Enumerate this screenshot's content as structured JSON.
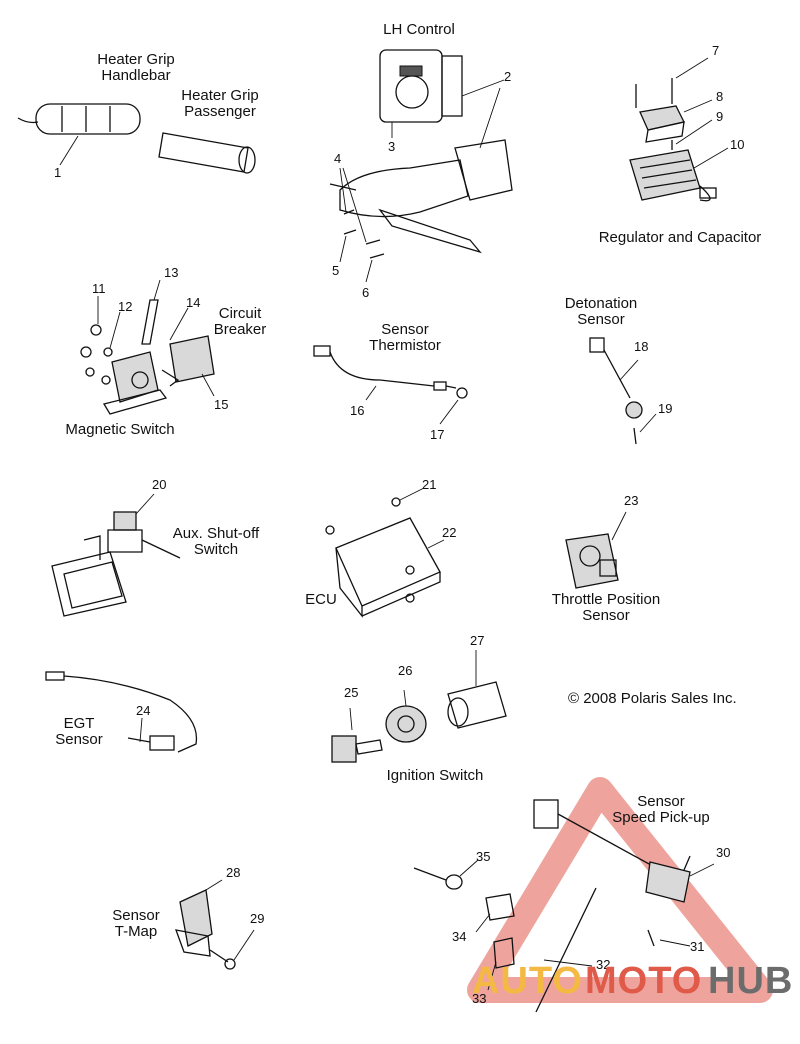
{
  "labels": {
    "heater_grip_handlebar": "Heater Grip\nHandlebar",
    "heater_grip_passenger": "Heater Grip\nPassenger",
    "lh_control": "LH Control",
    "regulator_capacitor": "Regulator and Capacitor",
    "circuit_breaker": "Circuit\nBreaker",
    "magnetic_switch": "Magnetic Switch",
    "sensor_thermistor": "Sensor\nThermistor",
    "detonation_sensor": "Detonation\nSensor",
    "aux_shutoff": "Aux. Shut-off\nSwitch",
    "ecu": "ECU",
    "throttle_position": "Throttle Position\nSensor",
    "egt_sensor": "EGT\nSensor",
    "ignition_switch": "Ignition Switch",
    "speed_pickup": "Sensor\nSpeed Pick-up",
    "sensor_tmap": "Sensor\nT-Map"
  },
  "copyright": "© 2008 Polaris Sales Inc.",
  "part_numbers": [
    "1",
    "2",
    "3",
    "4",
    "5",
    "6",
    "7",
    "8",
    "9",
    "10",
    "11",
    "12",
    "13",
    "14",
    "15",
    "16",
    "17",
    "18",
    "19",
    "20",
    "21",
    "22",
    "23",
    "24",
    "25",
    "26",
    "27",
    "28",
    "29",
    "30",
    "31",
    "32",
    "33",
    "34",
    "35"
  ],
  "watermark": {
    "part1": "AUTO",
    "part2": "MOTO",
    "part3": "HUB",
    "colors": {
      "auto": "#f4b942",
      "moto": "#e05a4a",
      "hub": "#6c6c6c"
    }
  }
}
